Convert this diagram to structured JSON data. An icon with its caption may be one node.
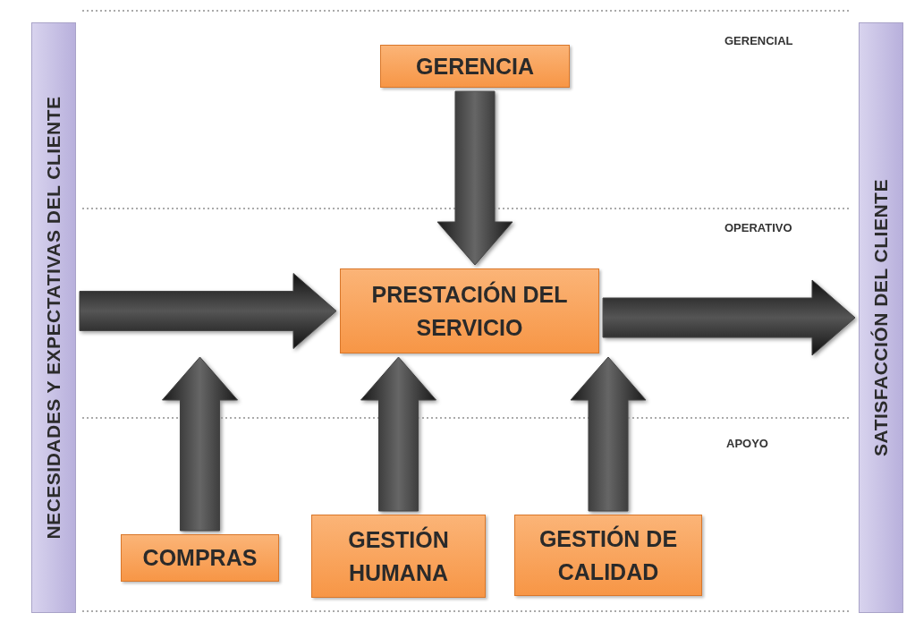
{
  "diagram": {
    "nodes": [
      {
        "text": [
          "NECESIDADES Y EXPECTATIVAS DEL CLIENTE"
        ]
      },
      {
        "text": [
          "SATISFACCIÓN DEL CLIENTE"
        ]
      },
      {
        "text": [
          "GERENCIA"
        ]
      },
      {
        "text": [
          "PRESTACIÓN DEL SERVICIO"
        ]
      },
      {
        "text": [
          "COMPRAS"
        ]
      },
      {
        "text": [
          "GESTIÓN HUMANA"
        ]
      },
      {
        "text": [
          "GESTIÓN DE CALIDAD"
        ]
      }
    ],
    "edges": [
      {
        "from": 2,
        "to": 3,
        "arrow": "to"
      },
      {
        "from": 0,
        "to": 3,
        "arrow": "to"
      },
      {
        "from": 3,
        "to": 1,
        "arrow": "to"
      },
      {
        "from": 4,
        "to": 3,
        "arrow": "to"
      },
      {
        "from": 5,
        "to": 3,
        "arrow": "to"
      },
      {
        "from": 6,
        "to": 3,
        "arrow": "to"
      }
    ],
    "labels": [
      "GERENCIAL",
      "OPERATIVO",
      "APOYO"
    ]
  }
}
